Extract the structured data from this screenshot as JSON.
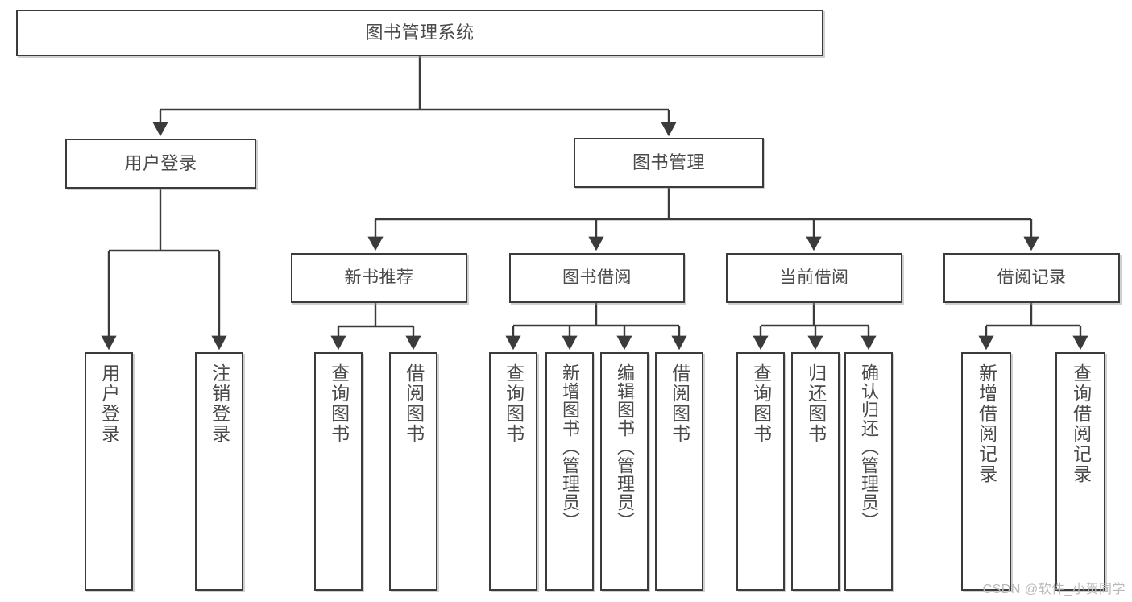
{
  "diagram": {
    "title": "图书管理系统",
    "type": "tree-hierarchy",
    "background_color": "#ffffff",
    "box_border_color": "#3b3b3b",
    "text_color": "#4a4a4a",
    "edge_color": "#3b3b3b"
  },
  "nodes": {
    "root": {
      "label": "图书管理系统"
    },
    "level1": [
      {
        "id": "user-login",
        "label": "用户登录"
      },
      {
        "id": "book-management",
        "label": "图书管理"
      }
    ],
    "level2": [
      {
        "id": "new-book-recommend",
        "label": "新书推荐"
      },
      {
        "id": "book-borrow",
        "label": "图书借阅"
      },
      {
        "id": "current-borrow",
        "label": "当前借阅"
      },
      {
        "id": "borrow-record",
        "label": "借阅记录"
      }
    ],
    "leaves": {
      "user_login": [
        {
          "id": "leaf-user-login",
          "label": "用户登录"
        },
        {
          "id": "leaf-logout-login",
          "label": "注销登录"
        }
      ],
      "new_book_recommend": [
        {
          "id": "leaf-query-book-1",
          "label": "查询图书"
        },
        {
          "id": "leaf-borrow-book-1",
          "label": "借阅图书"
        }
      ],
      "book_borrow": [
        {
          "id": "leaf-query-book-2",
          "label": "查询图书"
        },
        {
          "id": "leaf-add-book",
          "label": "新增图书（管理员）"
        },
        {
          "id": "leaf-edit-book",
          "label": "编辑图书（管理员）"
        },
        {
          "id": "leaf-borrow-book-2",
          "label": "借阅图书"
        }
      ],
      "current_borrow": [
        {
          "id": "leaf-query-book-3",
          "label": "查询图书"
        },
        {
          "id": "leaf-return-book",
          "label": "归还图书"
        },
        {
          "id": "leaf-confirm-return",
          "label": "确认归还（管理员）"
        }
      ],
      "borrow_record": [
        {
          "id": "leaf-add-record",
          "label": "新增借阅记录"
        },
        {
          "id": "leaf-query-record",
          "label": "查询借阅记录"
        }
      ]
    }
  },
  "watermark": {
    "text": "CSDN @软件_小贺同学"
  }
}
